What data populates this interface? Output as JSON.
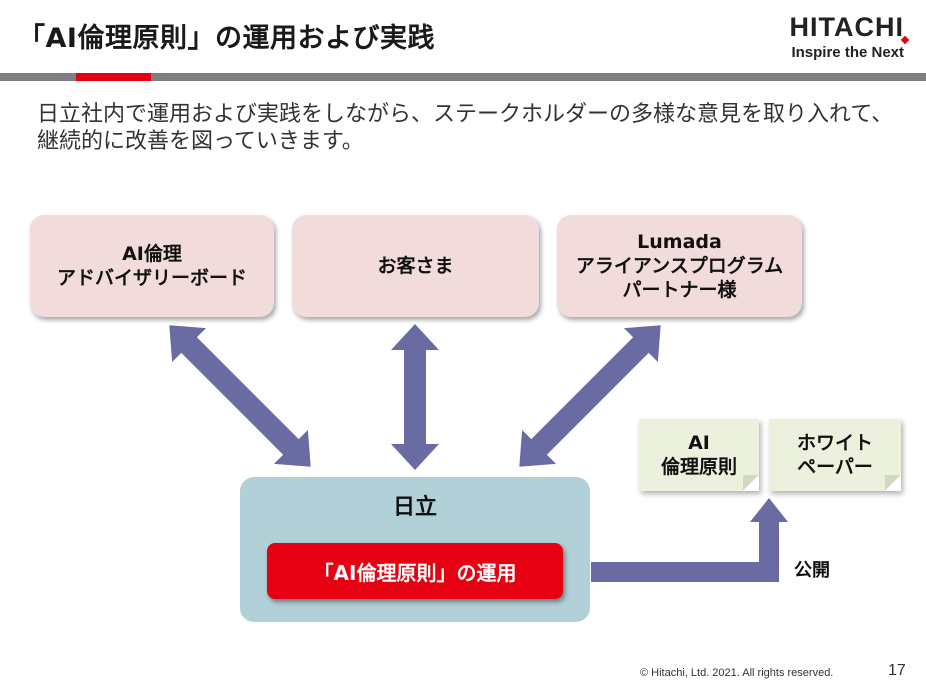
{
  "slide": {
    "title": "「AI倫理原則」の運用および実践",
    "intro": "日立社内で運用および実践をしながら、ステークホルダーの多様な意見を取り入れて、継続的に改善を図っていきます。",
    "page_number": "17",
    "copyright": "© Hitachi, Ltd. 2021. All rights reserved."
  },
  "logo": {
    "name": "HITACHI",
    "tagline": "Inspire the Next",
    "accent_color": "#e60012"
  },
  "diagram": {
    "stakeholders": [
      {
        "label": "AI倫理\nアドバイザリーボード"
      },
      {
        "label": "お客さま"
      },
      {
        "label": "Lumada\nアライアンスプログラム\nパートナー様"
      }
    ],
    "hub": {
      "label": "日立",
      "action": "「AI倫理原則」の運用"
    },
    "outputs": [
      {
        "label": "AI\n倫理原則"
      },
      {
        "label": "ホワイト\nペーパー"
      }
    ],
    "publish_label": "公開",
    "colors": {
      "stakeholder_fill": "#f2dcdb",
      "hub_fill": "#b2d0d7",
      "action_fill": "#e60012",
      "note_fill": "#ebf1dd",
      "arrow_fill": "#6b6ba4"
    }
  }
}
